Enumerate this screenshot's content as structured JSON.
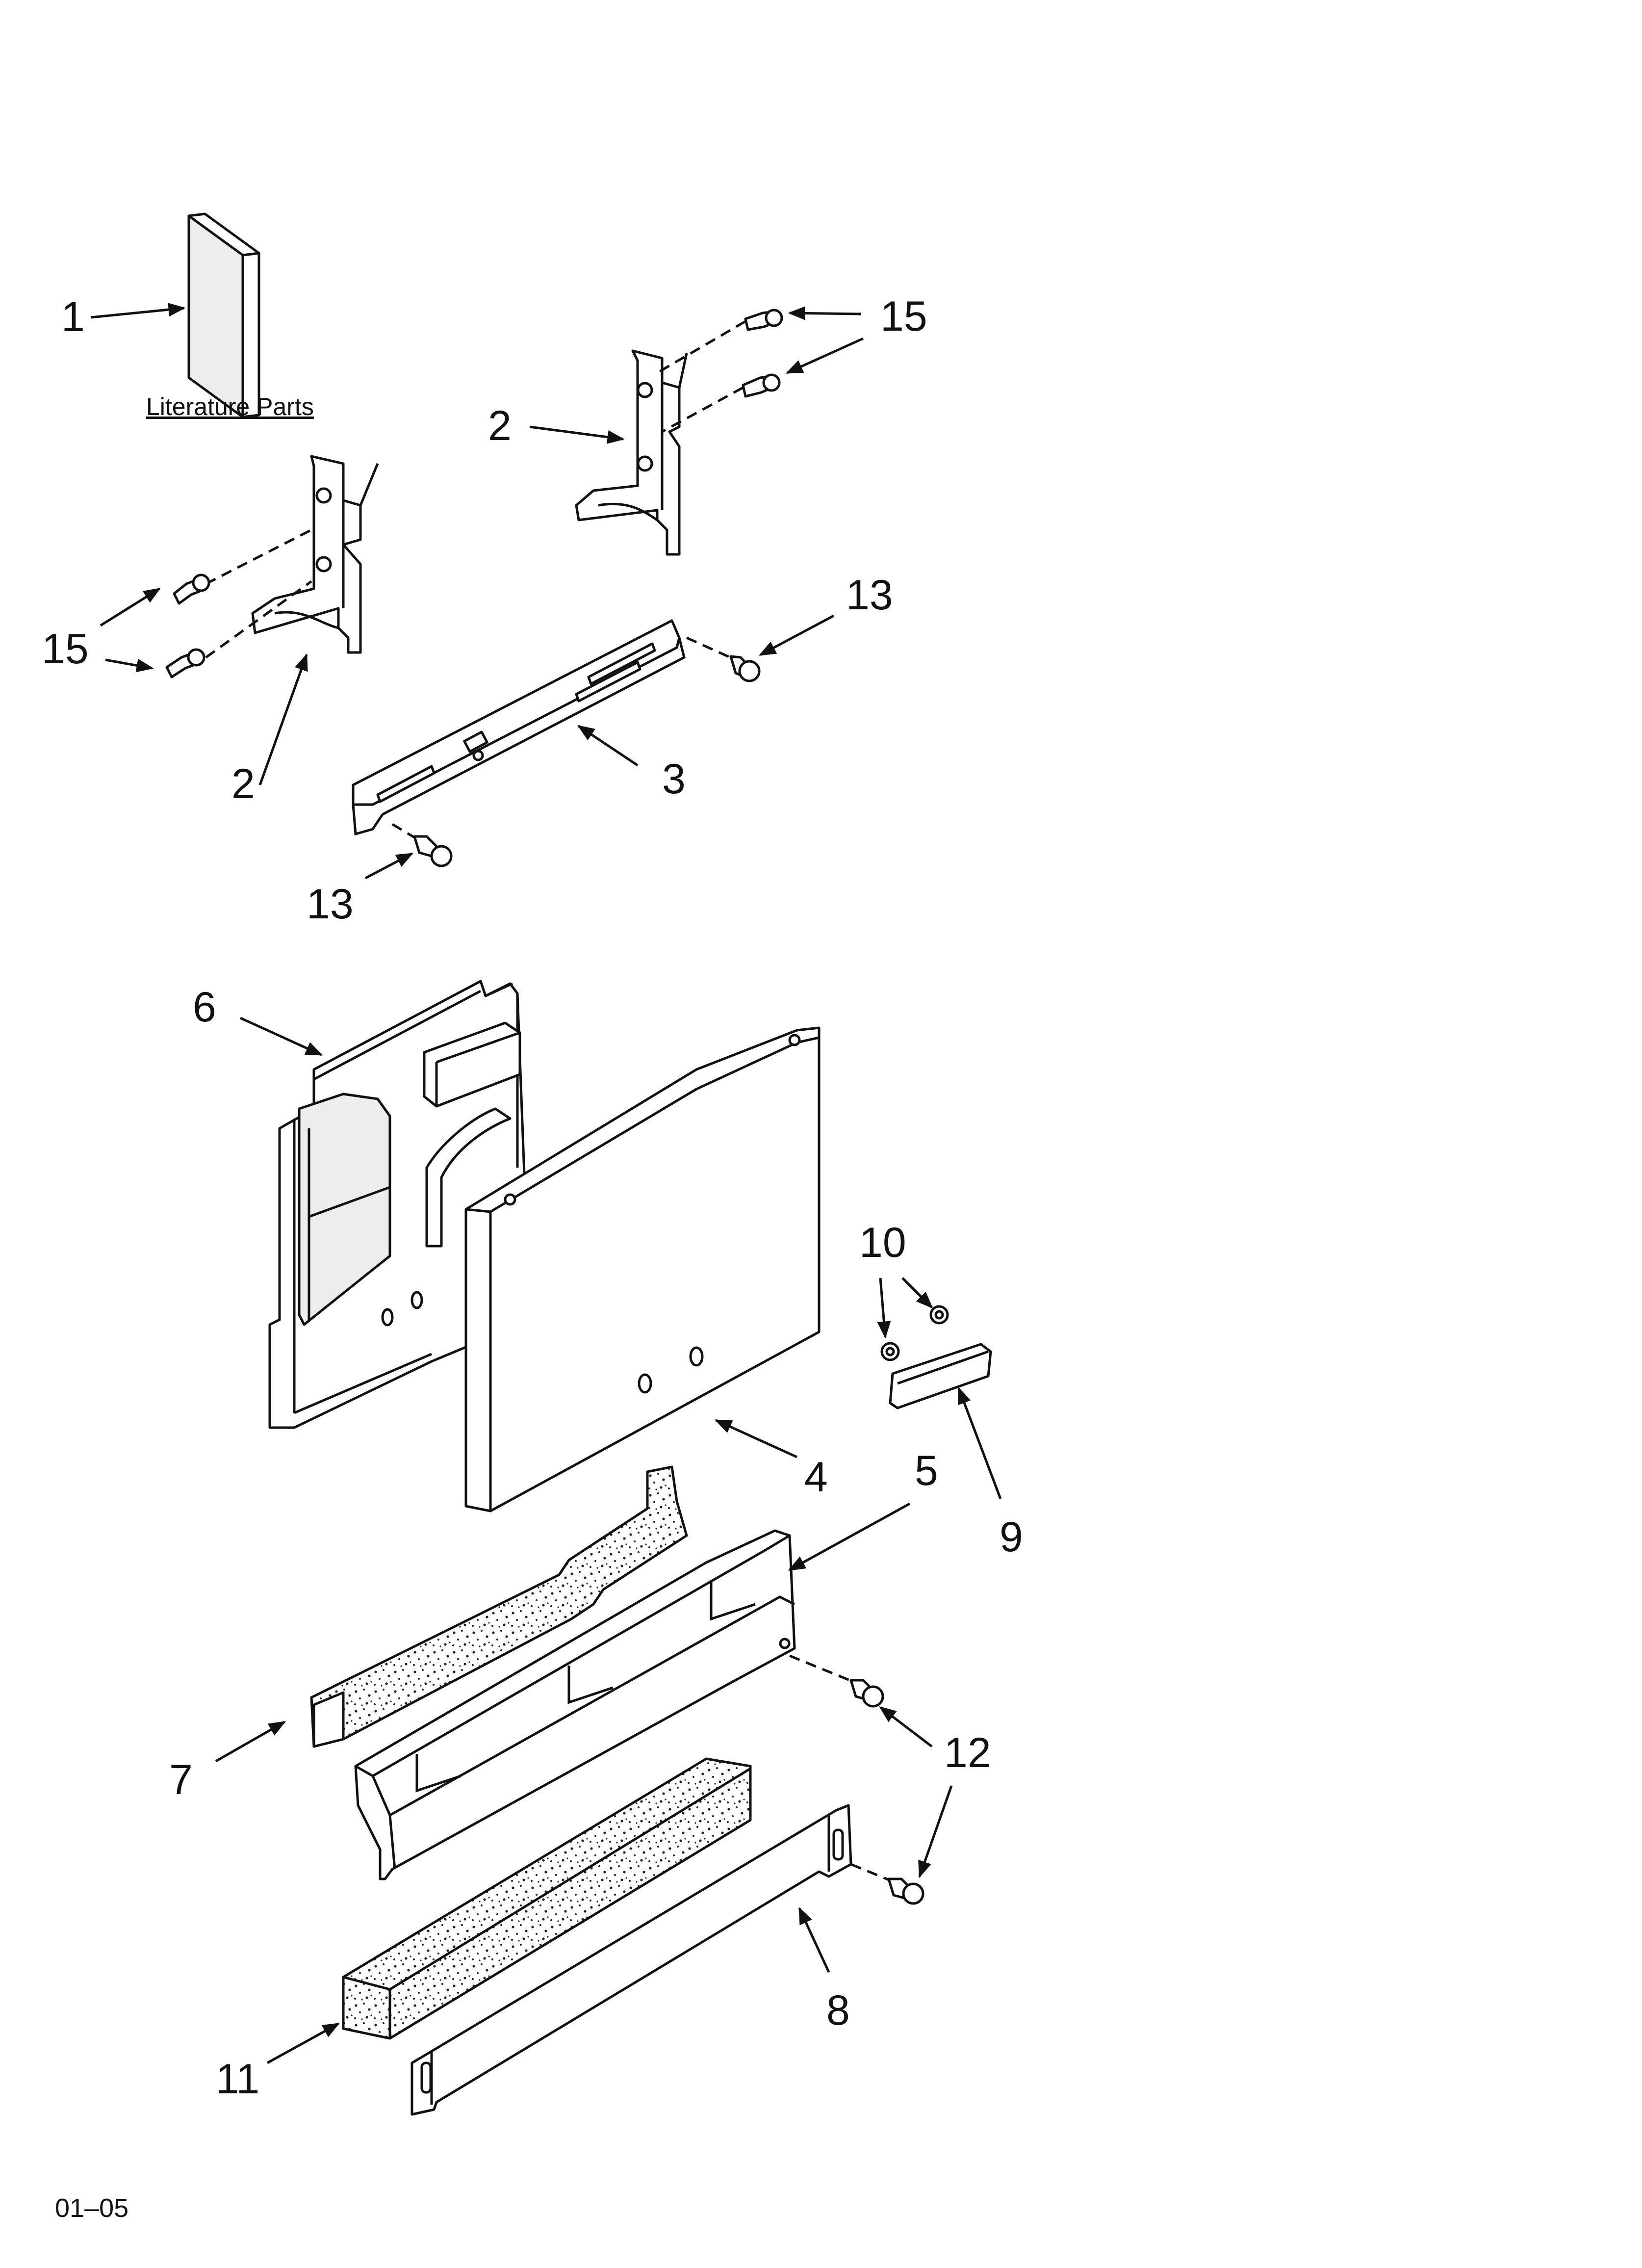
{
  "diagram": {
    "literature_label": "Literature Parts",
    "footer_code": "01–05",
    "callouts": {
      "c1": "1",
      "c2a": "2",
      "c2b": "2",
      "c3": "3",
      "c4": "4",
      "c5": "5",
      "c6": "6",
      "c7": "7",
      "c8": "8",
      "c9": "9",
      "c10": "10",
      "c11": "11",
      "c12": "12",
      "c13a": "13",
      "c13b": "13",
      "c15a": "15",
      "c15b": "15"
    }
  }
}
